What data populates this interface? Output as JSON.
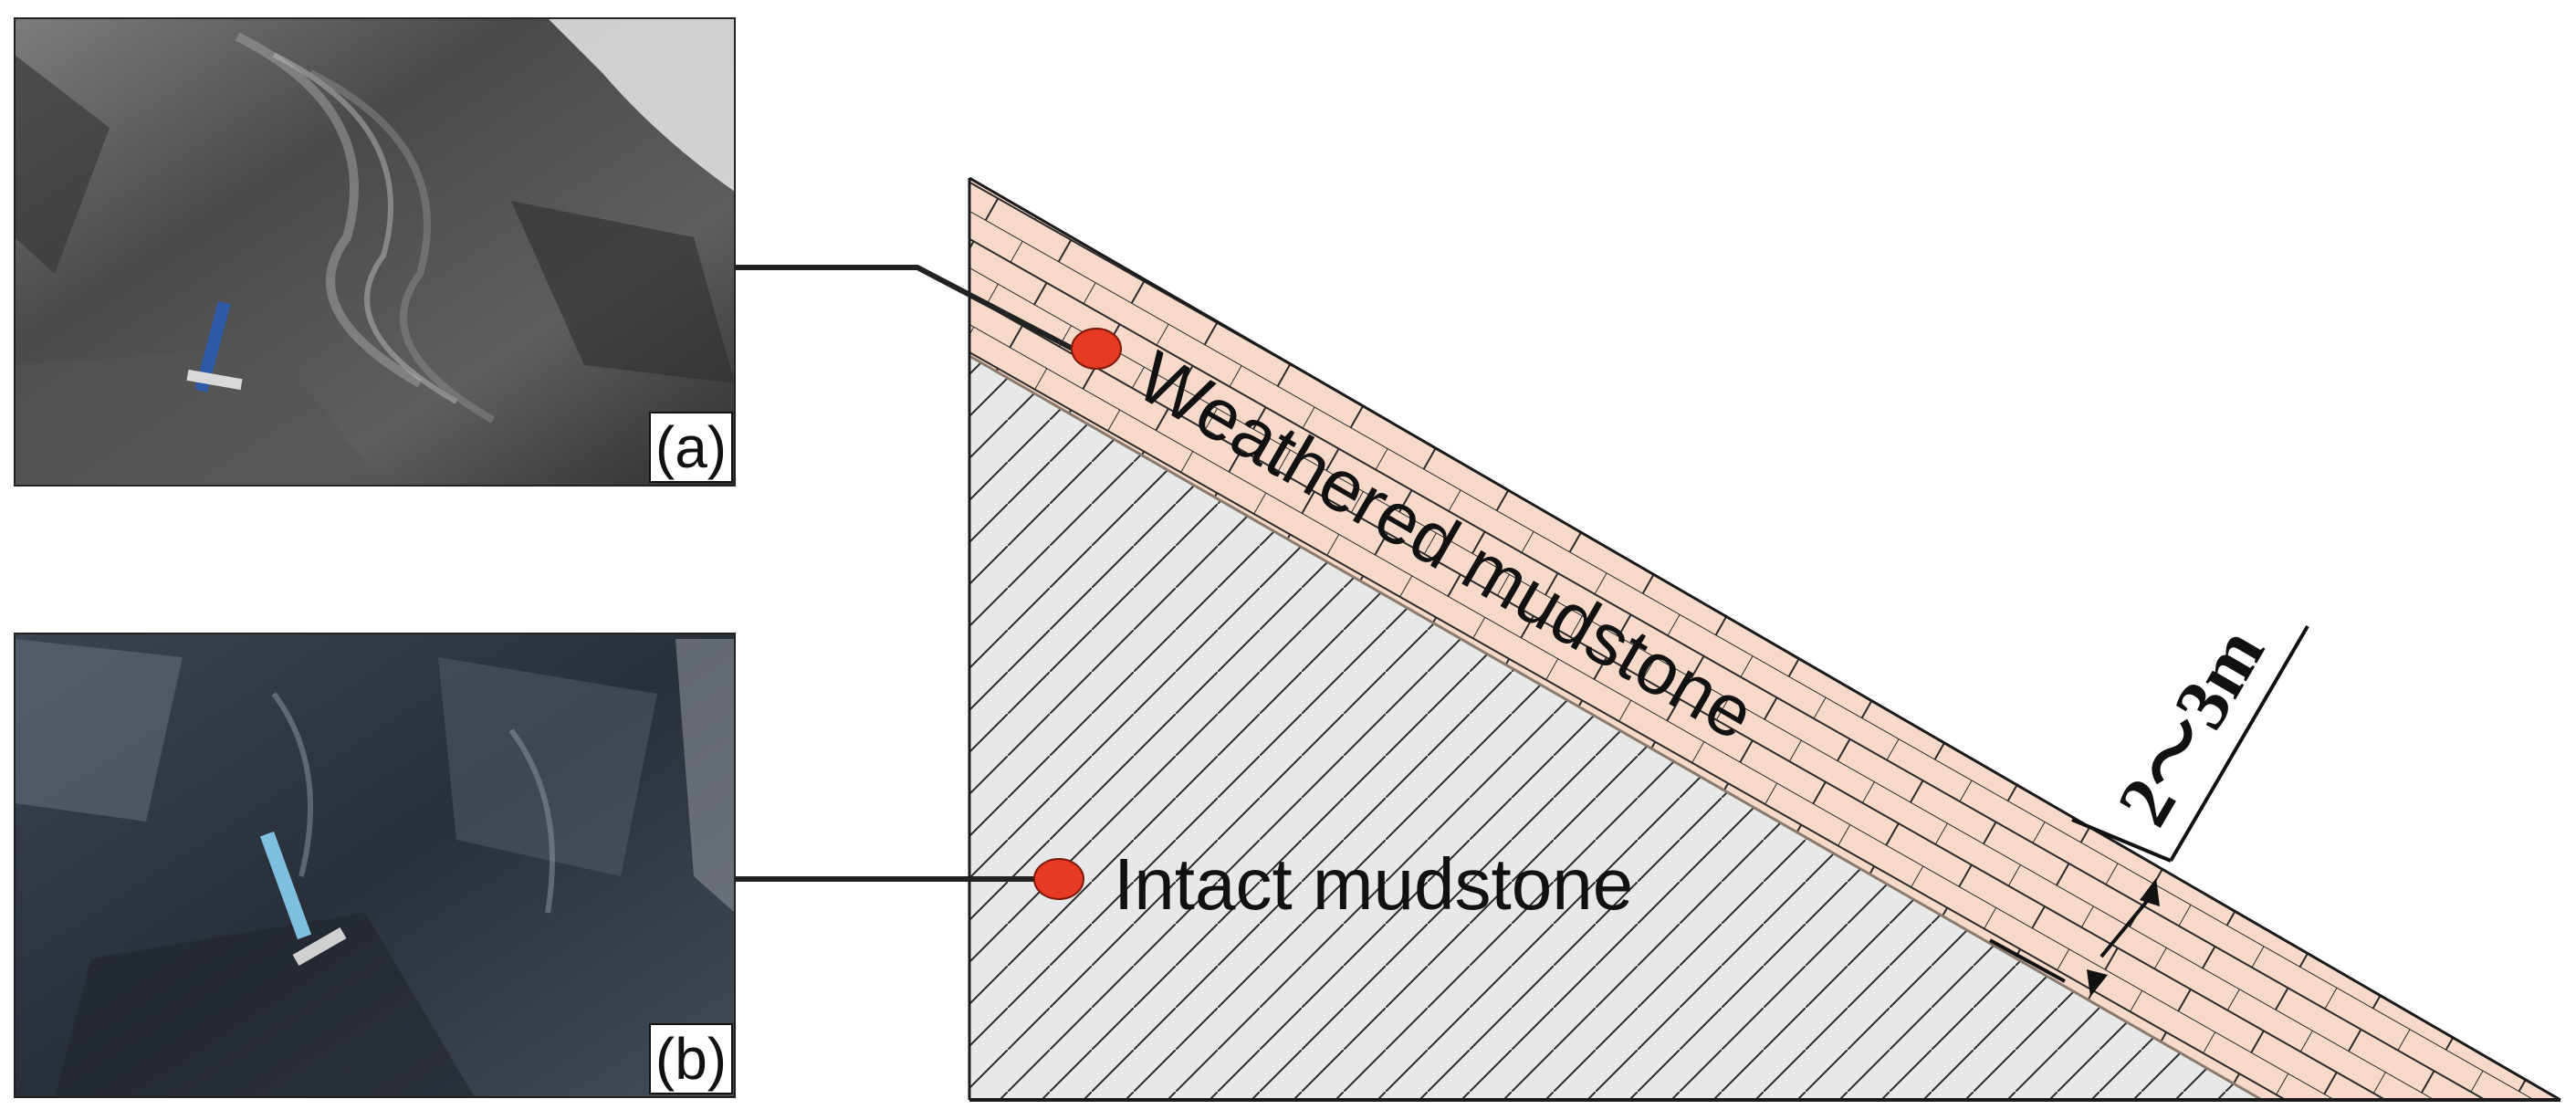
{
  "figure": {
    "photo_a": {
      "label": "(a)"
    },
    "photo_b": {
      "label": "(b)"
    },
    "layers": {
      "weathered": {
        "label": "Weathered mudstone",
        "fill": "#f7d9c9"
      },
      "intact": {
        "label": "Intact mudstone",
        "fill": "#e6e9e8"
      }
    },
    "thickness_label": "2～3m",
    "marker_color": "#e63b22"
  }
}
